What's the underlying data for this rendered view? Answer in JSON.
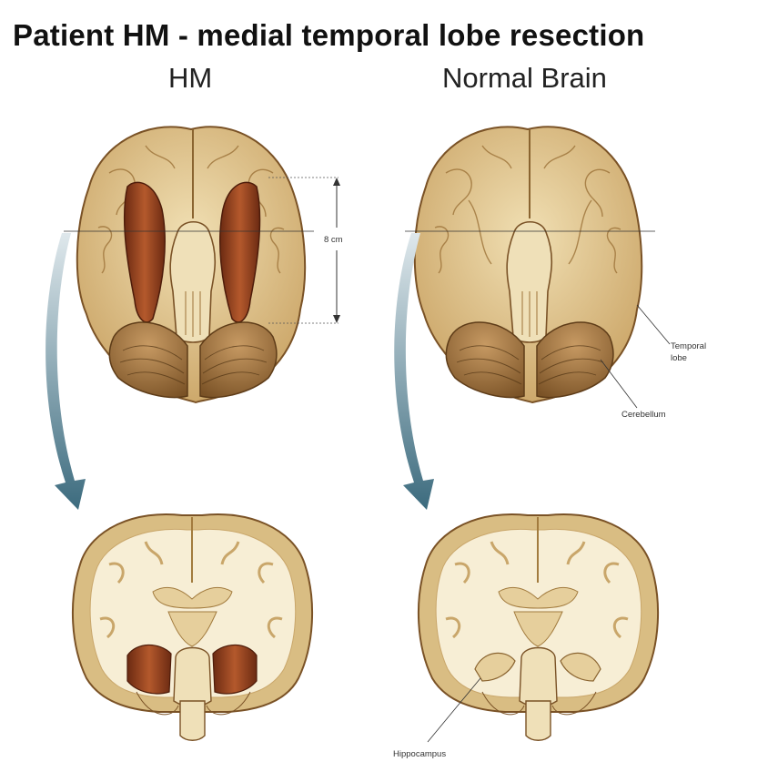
{
  "title": "Patient HM - medial temporal lobe resection",
  "columns": {
    "left": "HM",
    "right": "Normal Brain"
  },
  "annotations": {
    "measurement": "8 cm",
    "temporal_lobe": [
      "Temporal",
      "lobe"
    ],
    "cerebellum": "Cerebellum",
    "hippocampus": "Hippocampus"
  },
  "colors": {
    "brain_fill": "#e6cf9c",
    "brain_shade": "#a9793f",
    "white_matter": "#f7eed5",
    "lesion": "#8a3d1e",
    "arrow": "#3c6b7e"
  }
}
